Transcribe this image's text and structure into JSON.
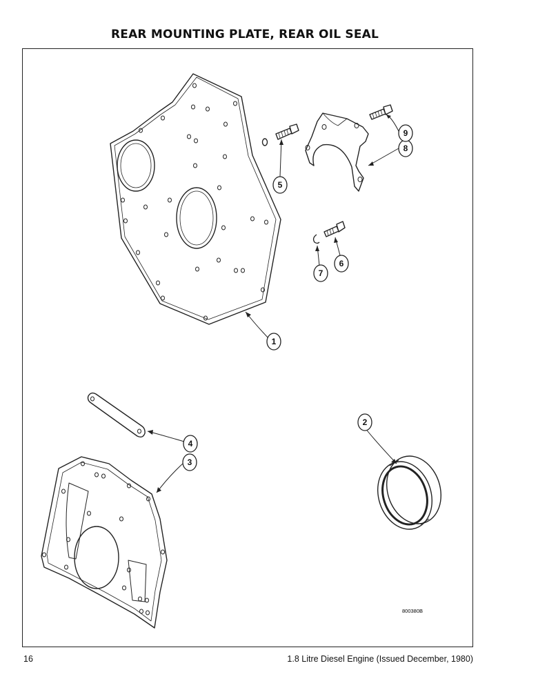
{
  "title": "REAR MOUNTING PLATE, REAR OIL SEAL",
  "figure_ref": "800380B",
  "footer": {
    "page_number": "16",
    "manual": "1.8 Litre Diesel Engine (Issued December, 1980)"
  },
  "callouts": [
    "1",
    "2",
    "3",
    "4",
    "5",
    "6",
    "7",
    "8",
    "9"
  ]
}
